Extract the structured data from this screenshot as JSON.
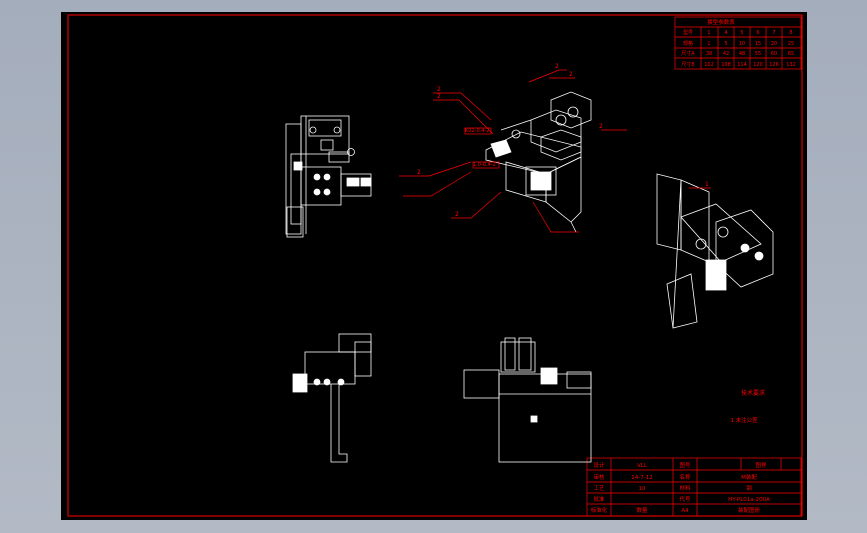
{
  "window": {
    "background_color": "#A9B1BF",
    "canvas_color": "#000000"
  },
  "colors": {
    "frame": "#FF0000",
    "outline": "#FFFFFF",
    "annotation": "#FF0000"
  },
  "revision_table": {
    "title": "换型参数表",
    "rows": [
      [
        "型号",
        "1",
        "4",
        "5",
        "6",
        "7",
        "8"
      ],
      [
        "规格",
        "1",
        "5",
        "10",
        "15",
        "20",
        "25"
      ],
      [
        "尺寸A",
        "38",
        "42",
        "48",
        "55",
        "60",
        "65"
      ],
      [
        "尺寸B",
        "102",
        "108",
        "114",
        "120",
        "126",
        "132"
      ]
    ]
  },
  "callouts": {
    "left": [
      "2",
      "2",
      "2",
      "2"
    ],
    "top": [
      "2",
      "2"
    ],
    "right": [
      "2",
      "1"
    ],
    "model_label": "K02-0.4-2",
    "model_label_2": "1.0-0.4-2"
  },
  "notes": {
    "tech_requirements": "技术要求",
    "note_1": "1.未注公差"
  },
  "title_block": {
    "r1": {
      "c1": "设计",
      "c2": "VLL",
      "c3": "图号",
      "c4": "",
      "c5": "图样"
    },
    "r2": {
      "c1": "审核",
      "c2": "14-7-12",
      "c3": "名称",
      "c4": "M装配"
    },
    "r3": {
      "c1": "工艺",
      "c2": "10",
      "c3": "材料",
      "c4": "钢"
    },
    "r4": {
      "c1": "批准",
      "c2": "",
      "c3": "代号",
      "c4": "HY-PL01a-200A"
    },
    "r5": {
      "c1": "标准化",
      "c2": "数量",
      "c3": "A4",
      "c4": "装配图册"
    }
  }
}
